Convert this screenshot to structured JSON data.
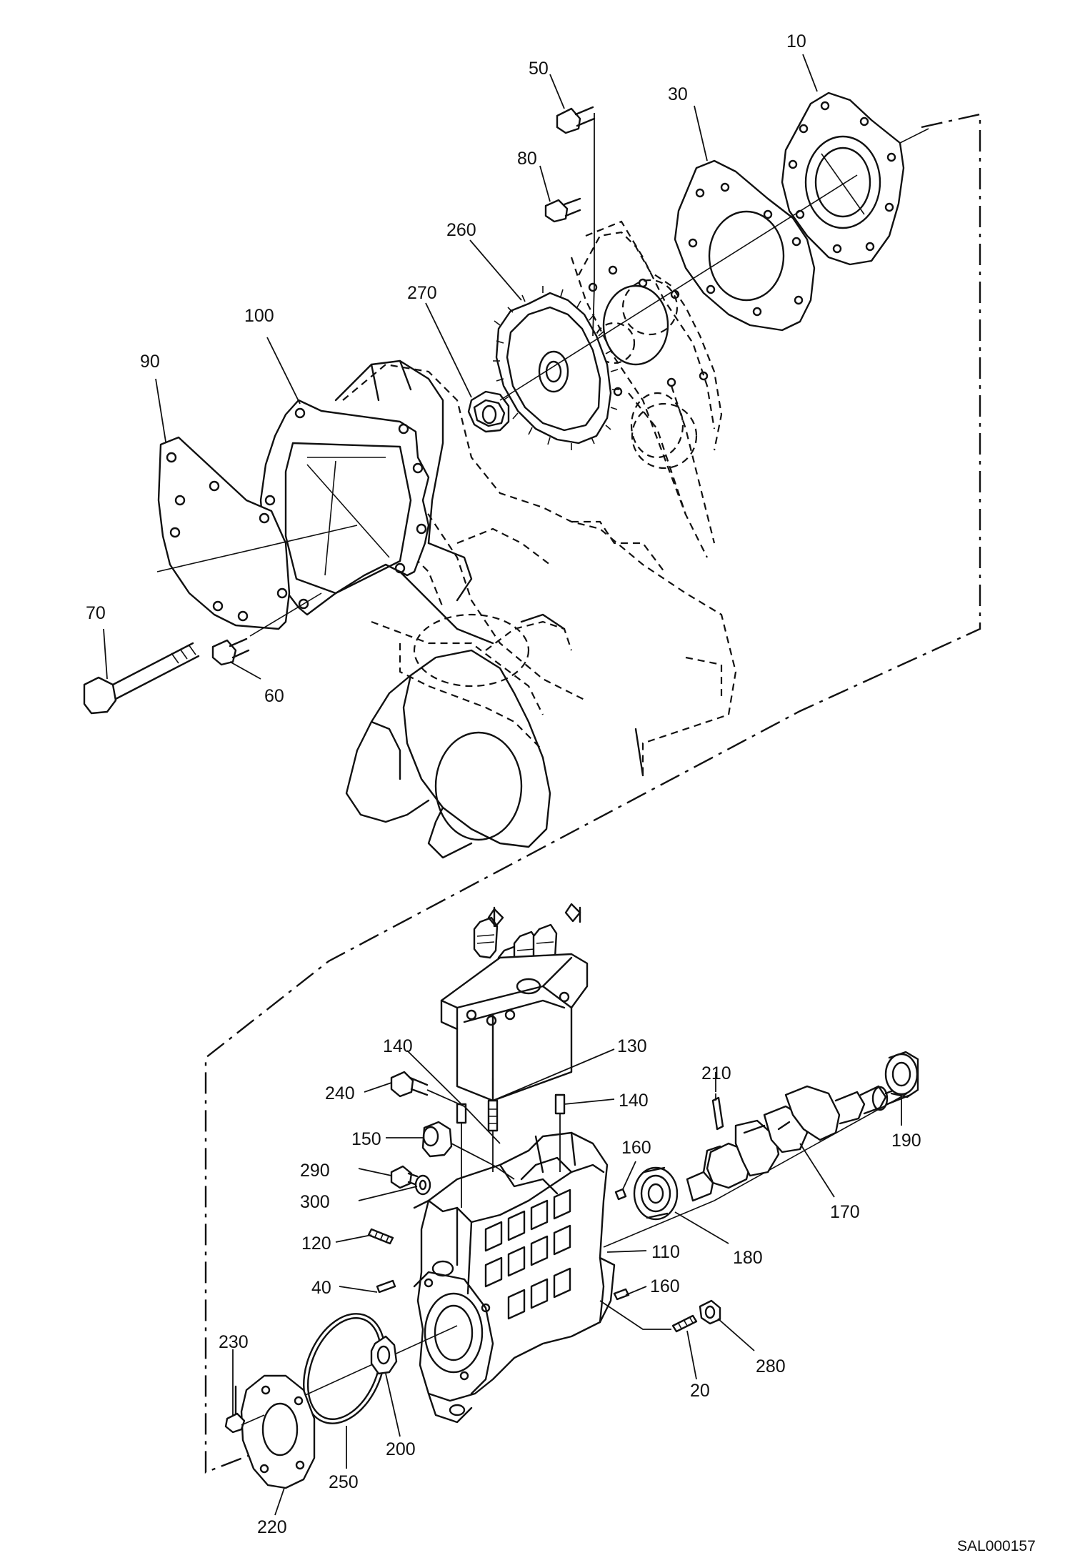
{
  "diagram": {
    "reference_code": "SAL000157",
    "callouts": {
      "c10": "10",
      "c30": "30",
      "c50": "50",
      "c80": "80",
      "c260": "260",
      "c270": "270",
      "c100": "100",
      "c90": "90",
      "c70": "70",
      "c60": "60",
      "c140a": "140",
      "c130": "130",
      "c240": "240",
      "c140b": "140",
      "c210": "210",
      "c150": "150",
      "c160a": "160",
      "c290": "290",
      "c300": "300",
      "c190": "190",
      "c170": "170",
      "c120": "120",
      "c110": "110",
      "c180": "180",
      "c40": "40",
      "c160b": "160",
      "c230": "230",
      "c280": "280",
      "c20": "20",
      "c200": "200",
      "c250": "250",
      "c220": "220"
    }
  }
}
